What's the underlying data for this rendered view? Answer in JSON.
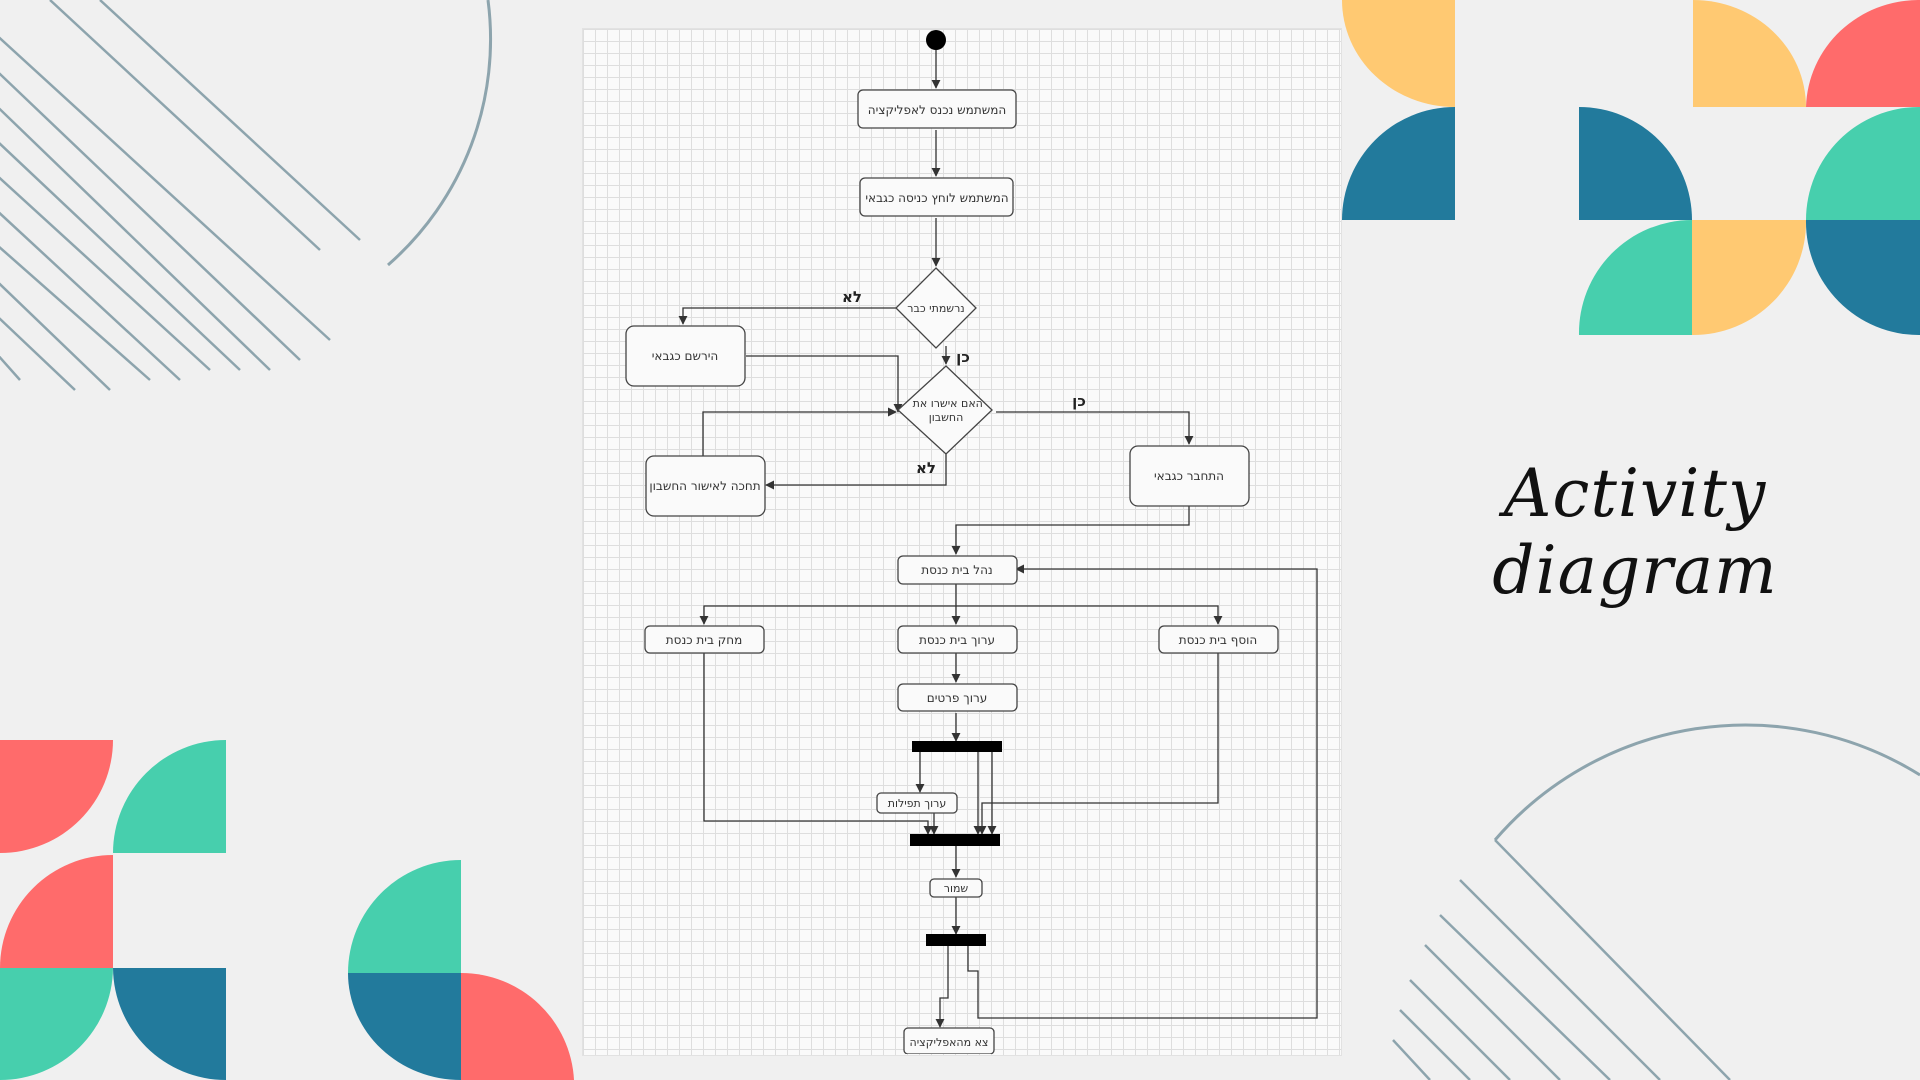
{
  "title": "Activity diagram",
  "colors": {
    "coral": "#ff6b6b",
    "mint": "#47cfad",
    "teal": "#227a9c",
    "yellow": "#ffc972",
    "stripe": "#8da4ad",
    "background": "#f0f0f0"
  },
  "diagram": {
    "nodes": {
      "enter_app": "המשתמש נכנס לאפליקציה",
      "press_login": "המשתמש לוחץ כניסה כגבאי",
      "already_registered": "נרשמתי כבר",
      "register": "הירשם כגבאי",
      "account_approved": "האם אישרו את החשבון",
      "wait_approval": "תחכה לאישור החשבון",
      "connect": "התחבר כגבאי",
      "manage": "נהל בית כנסת",
      "delete": "מחק בית כנסת",
      "edit": "ערוך בית כנסת",
      "add": "הוסף בית כנסת",
      "edit_details": "ערוך פרטים",
      "edit_prayers": "ערוך תפילות",
      "save": "שמור",
      "exit": "צא מהאפליקציה"
    },
    "labels": {
      "no_1": "לא",
      "yes_1": "כן",
      "yes_2": "כן",
      "no_2": "לא"
    }
  }
}
